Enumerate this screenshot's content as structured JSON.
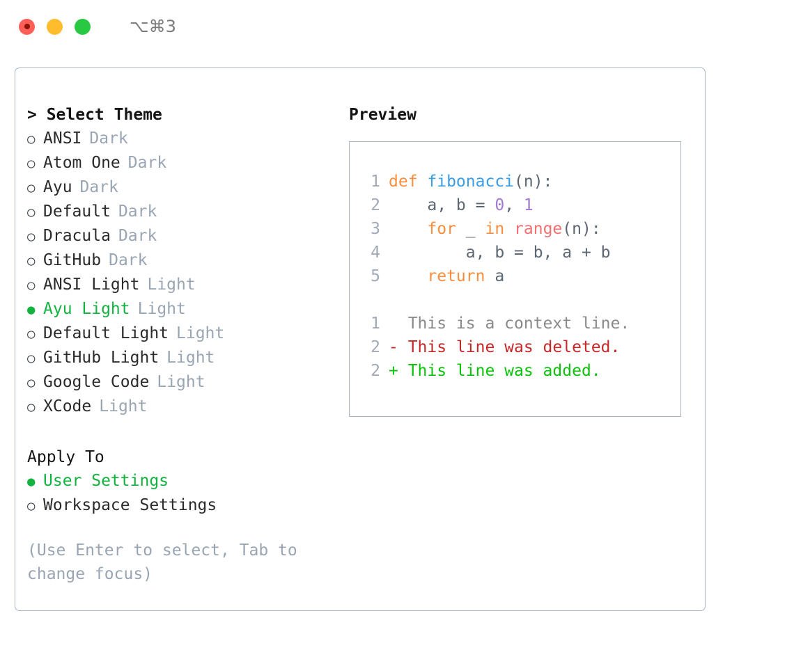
{
  "window": {
    "title": "⌥⌘3",
    "traffic_lights": [
      "close-red",
      "minimize-yellow",
      "maximize-green"
    ]
  },
  "theme_section": {
    "header": "> Select Theme",
    "options": [
      {
        "marker": "○",
        "label": "ANSI",
        "badge": "Dark",
        "selected": false
      },
      {
        "marker": "○",
        "label": "Atom One",
        "badge": "Dark",
        "selected": false
      },
      {
        "marker": "○",
        "label": "Ayu",
        "badge": "Dark",
        "selected": false
      },
      {
        "marker": "○",
        "label": "Default",
        "badge": "Dark",
        "selected": false
      },
      {
        "marker": "○",
        "label": "Dracula",
        "badge": "Dark",
        "selected": false
      },
      {
        "marker": "○",
        "label": "GitHub",
        "badge": "Dark",
        "selected": false
      },
      {
        "marker": "○",
        "label": "ANSI Light",
        "badge": "Light",
        "selected": false
      },
      {
        "marker": "●",
        "label": "Ayu Light",
        "badge": "Light",
        "selected": true
      },
      {
        "marker": "○",
        "label": "Default Light",
        "badge": "Light",
        "selected": false
      },
      {
        "marker": "○",
        "label": "GitHub Light",
        "badge": "Light",
        "selected": false
      },
      {
        "marker": "○",
        "label": "Google Code",
        "badge": "Light",
        "selected": false
      },
      {
        "marker": "○",
        "label": "XCode",
        "badge": "Light",
        "selected": false
      }
    ]
  },
  "apply_section": {
    "header": "Apply To",
    "options": [
      {
        "marker": "●",
        "label": "User Settings",
        "badge": "",
        "selected": true
      },
      {
        "marker": "○",
        "label": "Workspace Settings",
        "badge": "",
        "selected": false
      }
    ]
  },
  "hint": "(Use Enter to select, Tab to change focus)",
  "preview": {
    "title": "Preview",
    "code_lines": [
      {
        "num": "1",
        "tokens": [
          {
            "text": "def ",
            "cls": "t-kw"
          },
          {
            "text": "fibonacci",
            "cls": "t-fn"
          },
          {
            "text": "(n):",
            "cls": "t-txt"
          }
        ]
      },
      {
        "num": "2",
        "tokens": [
          {
            "text": "    a, b = ",
            "cls": "t-txt"
          },
          {
            "text": "0",
            "cls": "t-num"
          },
          {
            "text": ", ",
            "cls": "t-txt"
          },
          {
            "text": "1",
            "cls": "t-num"
          }
        ]
      },
      {
        "num": "3",
        "tokens": [
          {
            "text": "    ",
            "cls": "t-txt"
          },
          {
            "text": "for",
            "cls": "t-kw"
          },
          {
            "text": " _ ",
            "cls": "t-txt"
          },
          {
            "text": "in",
            "cls": "t-kw"
          },
          {
            "text": " ",
            "cls": "t-txt"
          },
          {
            "text": "range",
            "cls": "t-call"
          },
          {
            "text": "(n):",
            "cls": "t-txt"
          }
        ]
      },
      {
        "num": "4",
        "tokens": [
          {
            "text": "        a, b = b, a + b",
            "cls": "t-txt"
          }
        ]
      },
      {
        "num": "5",
        "tokens": [
          {
            "text": "    ",
            "cls": "t-txt"
          },
          {
            "text": "return",
            "cls": "t-kw"
          },
          {
            "text": " a",
            "cls": "t-txt"
          }
        ]
      }
    ],
    "diff_lines": [
      {
        "num": "1",
        "tokens": [
          {
            "text": "  This is a context line.",
            "cls": "t-ctx"
          }
        ]
      },
      {
        "num": "2",
        "tokens": [
          {
            "text": "- This line was deleted.",
            "cls": "t-del"
          }
        ]
      },
      {
        "num": "2",
        "tokens": [
          {
            "text": "+ This line was added.",
            "cls": "t-add"
          }
        ]
      }
    ]
  }
}
